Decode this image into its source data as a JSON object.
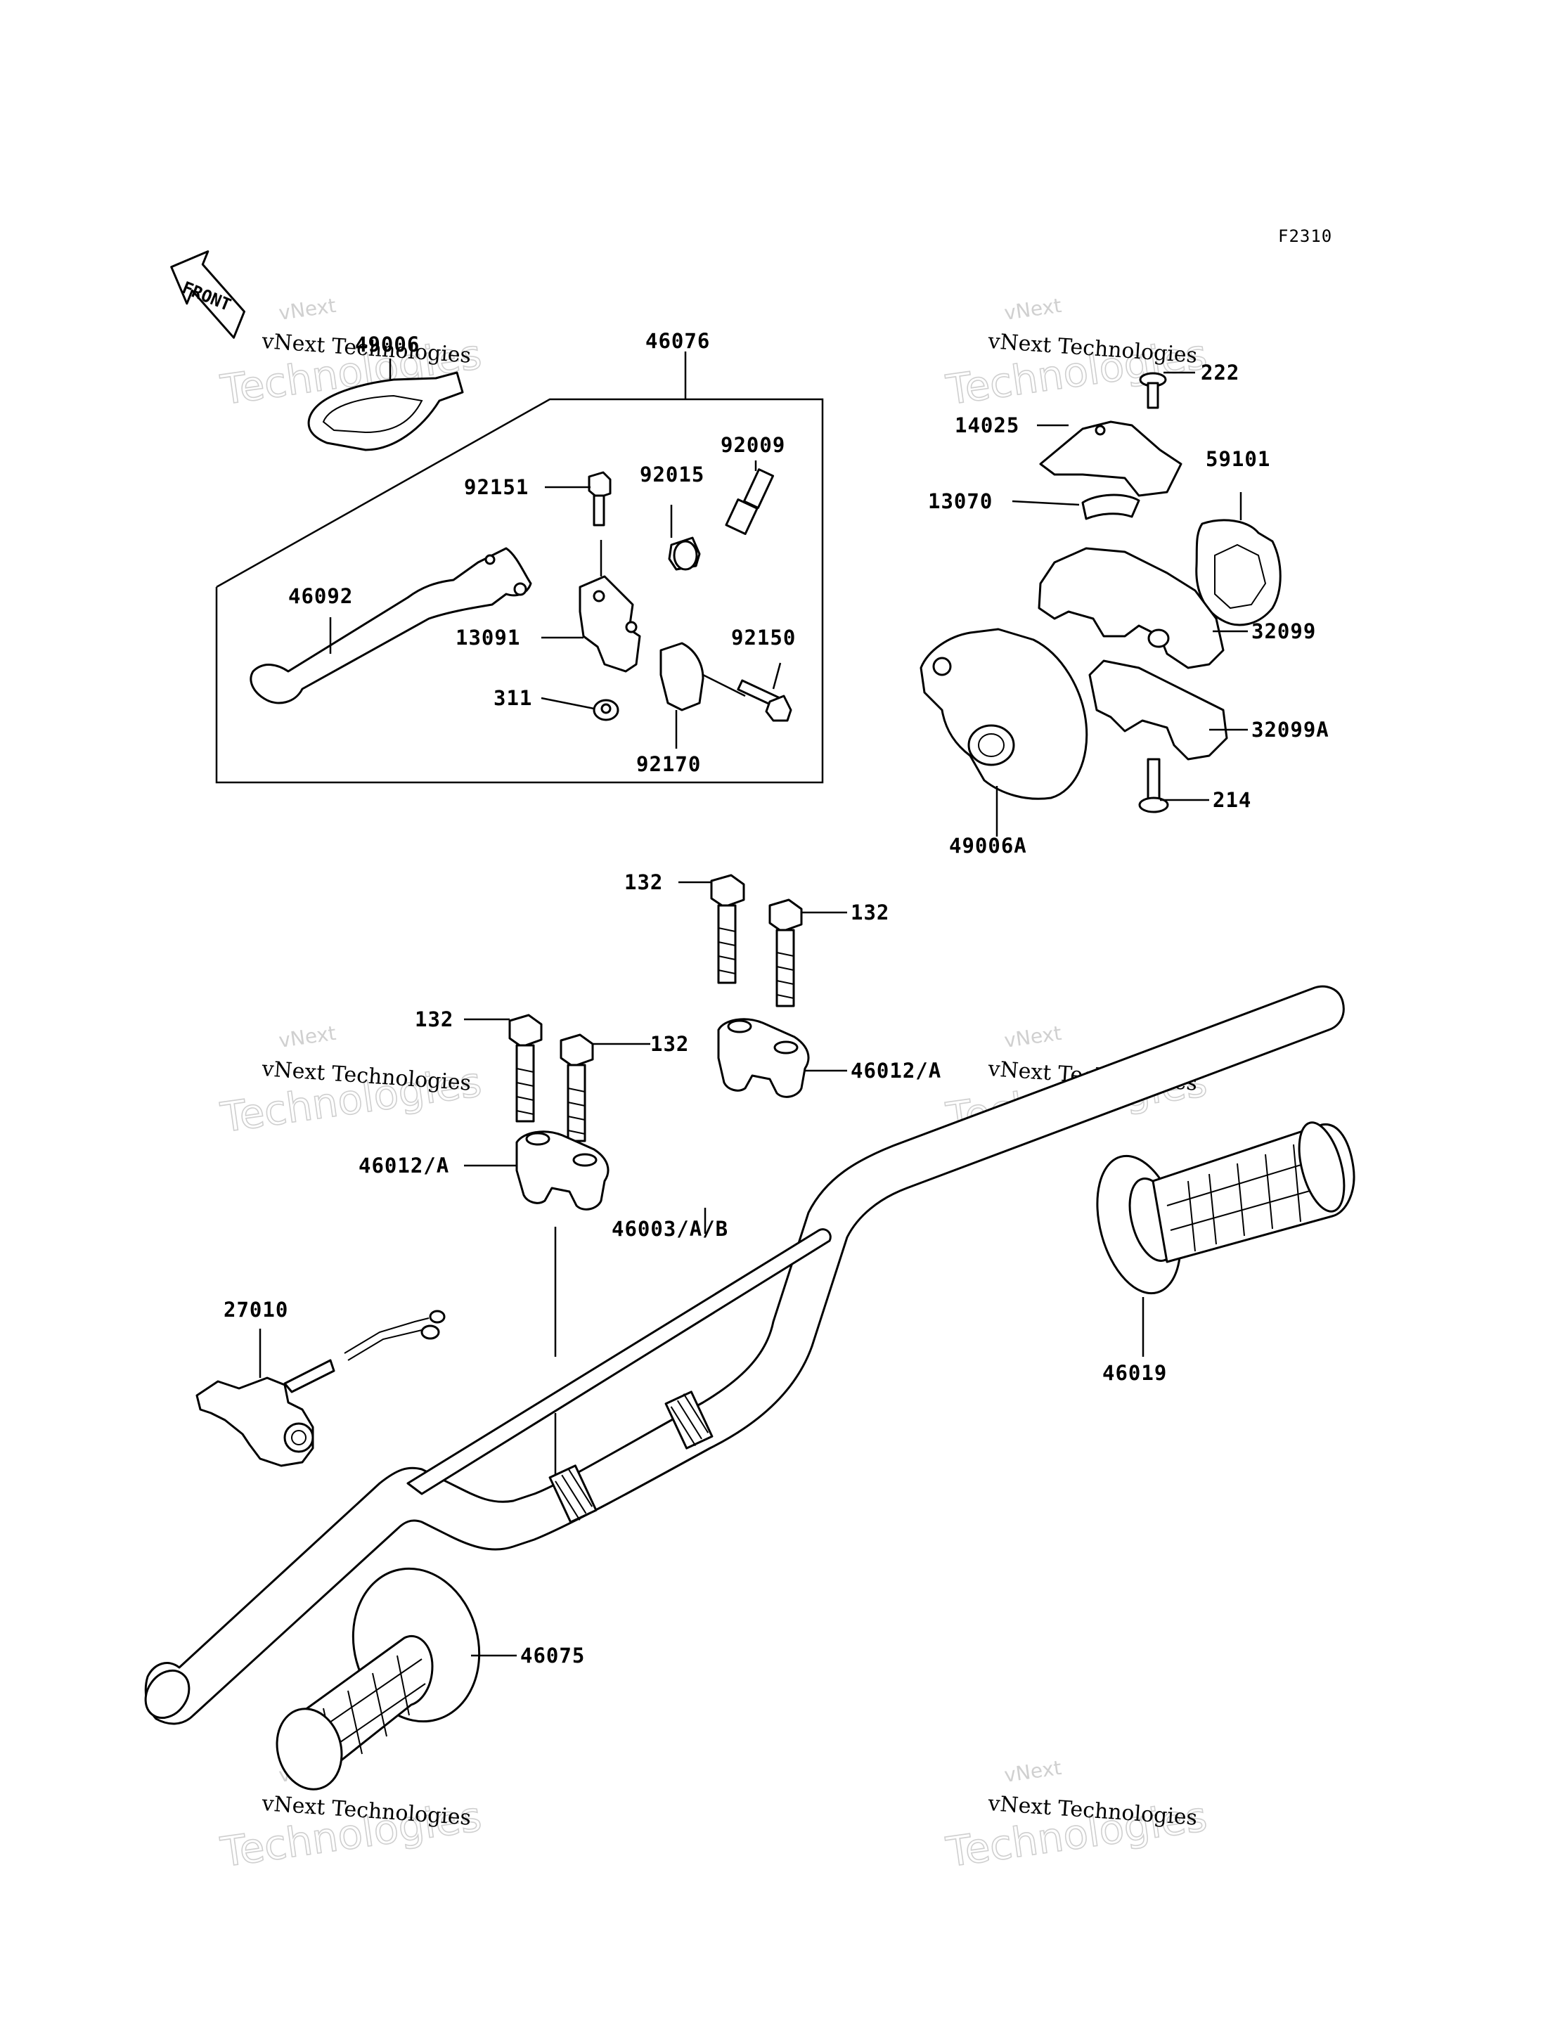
{
  "diagram": {
    "code": "F2310",
    "front_label": "FRONT",
    "watermark": {
      "line1": "vNext",
      "line2": "Technologies",
      "caption": "vNext Technologies"
    },
    "parts": [
      {
        "id": "49006"
      },
      {
        "id": "46076"
      },
      {
        "id": "92009"
      },
      {
        "id": "92151"
      },
      {
        "id": "92015"
      },
      {
        "id": "46092"
      },
      {
        "id": "13091"
      },
      {
        "id": "92150"
      },
      {
        "id": "311"
      },
      {
        "id": "92170"
      },
      {
        "id": "222"
      },
      {
        "id": "14025"
      },
      {
        "id": "59101"
      },
      {
        "id": "13070"
      },
      {
        "id": "32099"
      },
      {
        "id": "32099A"
      },
      {
        "id": "214"
      },
      {
        "id": "49006A"
      },
      {
        "id": "132"
      },
      {
        "id": "132"
      },
      {
        "id": "132"
      },
      {
        "id": "132"
      },
      {
        "id": "46012/A"
      },
      {
        "id": "46012/A"
      },
      {
        "id": "46003/A/B"
      },
      {
        "id": "27010"
      },
      {
        "id": "46019"
      },
      {
        "id": "46075"
      }
    ]
  }
}
